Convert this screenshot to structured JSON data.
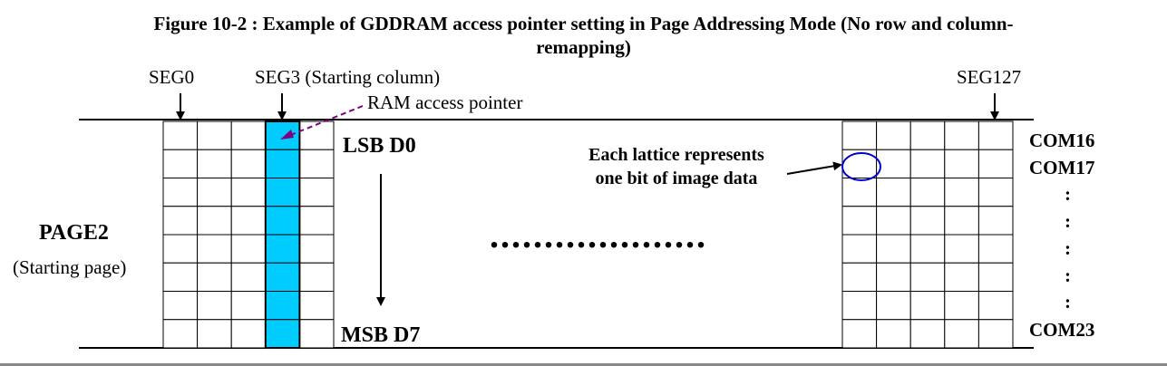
{
  "figure": {
    "title_line1": "Figure 10-2 : Example of GDDRAM access pointer setting in Page Addressing Mode (No row and column-",
    "title_line2": "remapping)"
  },
  "labels": {
    "seg0": "SEG0",
    "seg3": "SEG3 (Starting column)",
    "seg127": "SEG127",
    "pointer": "RAM access pointer",
    "lsb": "LSB D0",
    "msb": "MSB D7",
    "page": "PAGE2",
    "page_sub": "(Starting page)",
    "lattice_line1": "Each lattice represents",
    "lattice_line2": "one bit of image data",
    "ellipsis": "....................",
    "com_top1": "COM16",
    "com_top2": "COM17",
    "com_bottom": "COM23",
    "com_dots": [
      ":",
      ":",
      ":",
      ":",
      ":"
    ]
  },
  "colors": {
    "highlight_column": "#00ccff",
    "pointer_arrow": "#800080",
    "lattice_circle": "#0000cc"
  }
}
